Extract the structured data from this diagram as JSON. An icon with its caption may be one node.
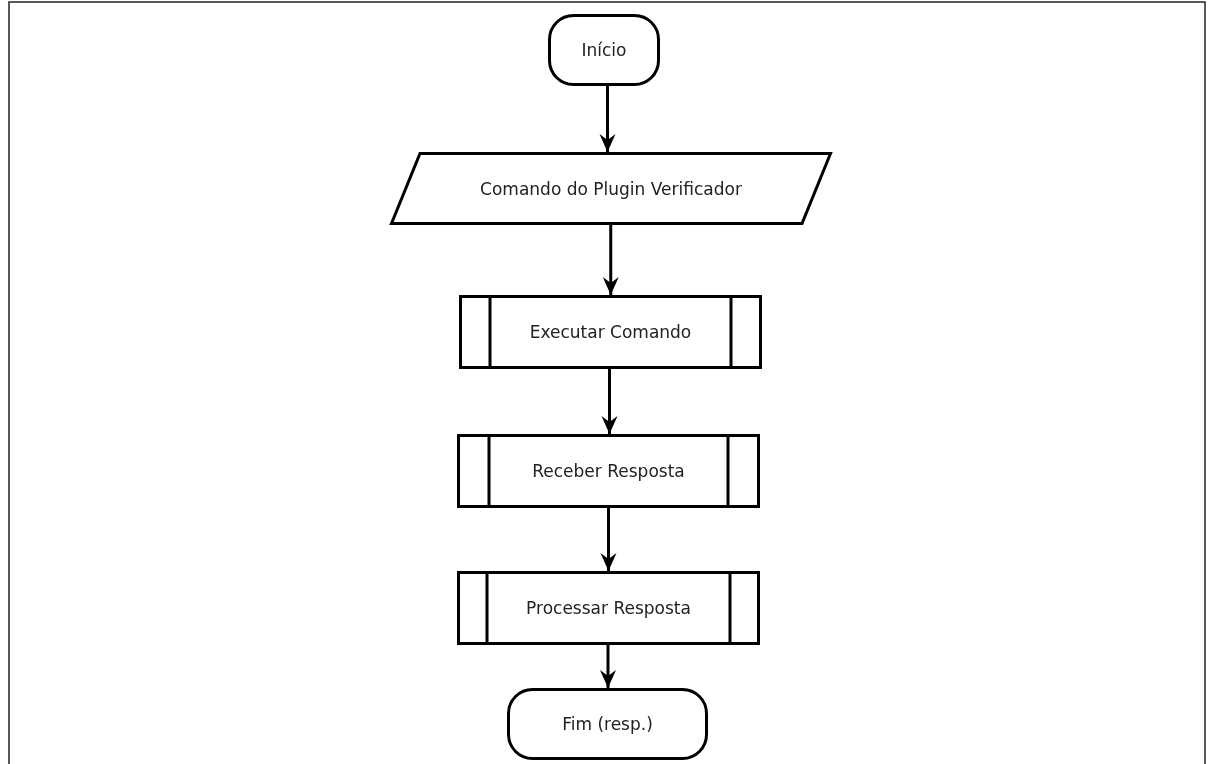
{
  "diagram": {
    "nodes": [
      {
        "text": [
          "Início"
        ]
      },
      {
        "text": [
          "Comando do Plugin Verificador"
        ]
      },
      {
        "text": [
          "Executar Comando"
        ]
      },
      {
        "text": [
          "Receber Resposta"
        ]
      },
      {
        "text": [
          "Processar Resposta"
        ]
      },
      {
        "text": [
          "Fim (resp.)"
        ]
      }
    ],
    "edges": [
      {
        "from": 0,
        "to": 1,
        "arrow": "to"
      },
      {
        "from": 1,
        "to": 2,
        "arrow": "to"
      },
      {
        "from": 2,
        "to": 3,
        "arrow": "to"
      },
      {
        "from": 3,
        "to": 4,
        "arrow": "to"
      },
      {
        "from": 4,
        "to": 5,
        "arrow": "to"
      }
    ]
  }
}
